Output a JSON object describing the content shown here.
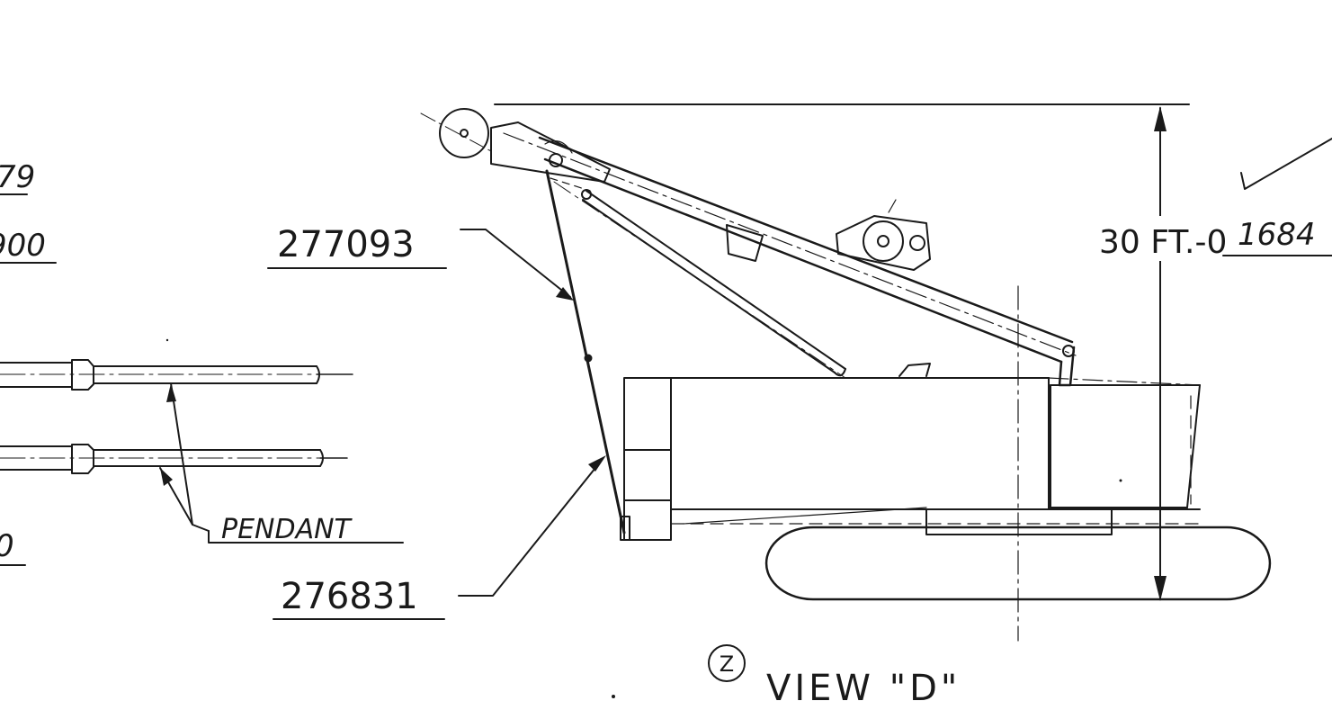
{
  "labels": {
    "part_277093": "277093",
    "part_276831": "276831",
    "pendant": "PENDANT",
    "dimension": "30 FT.-0",
    "view_marker": "Z",
    "view_title": "VIEW \"D\"",
    "left_edge_top": "79",
    "left_edge_mid": "900",
    "left_edge_bottom": "0",
    "right_edge": "1684"
  }
}
